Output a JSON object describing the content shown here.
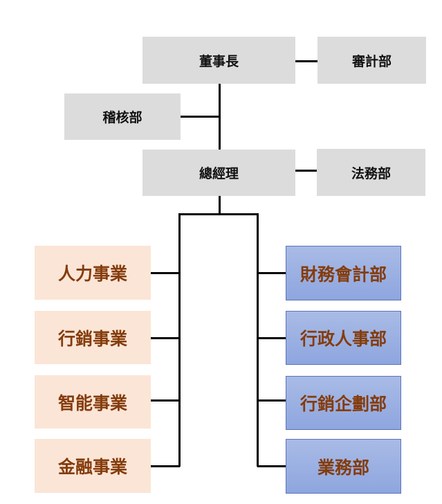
{
  "top": {
    "chairman": "董事長",
    "audit": "審計部",
    "inspection": "稽核部",
    "general_manager": "總經理",
    "legal": "法務部"
  },
  "businesses": [
    "人力事業",
    "行銷事業",
    "智能事業",
    "金融事業"
  ],
  "departments": [
    "財務會計部",
    "行政人事部",
    "行銷企劃部",
    "業務部"
  ],
  "colors": {
    "executive_box": "#dcdcdc",
    "business_box": "#fbe5d6",
    "department_box": "#8ea6df",
    "department_border": "#5b73b8",
    "business_text": "#843c0c",
    "line": "#000000"
  }
}
